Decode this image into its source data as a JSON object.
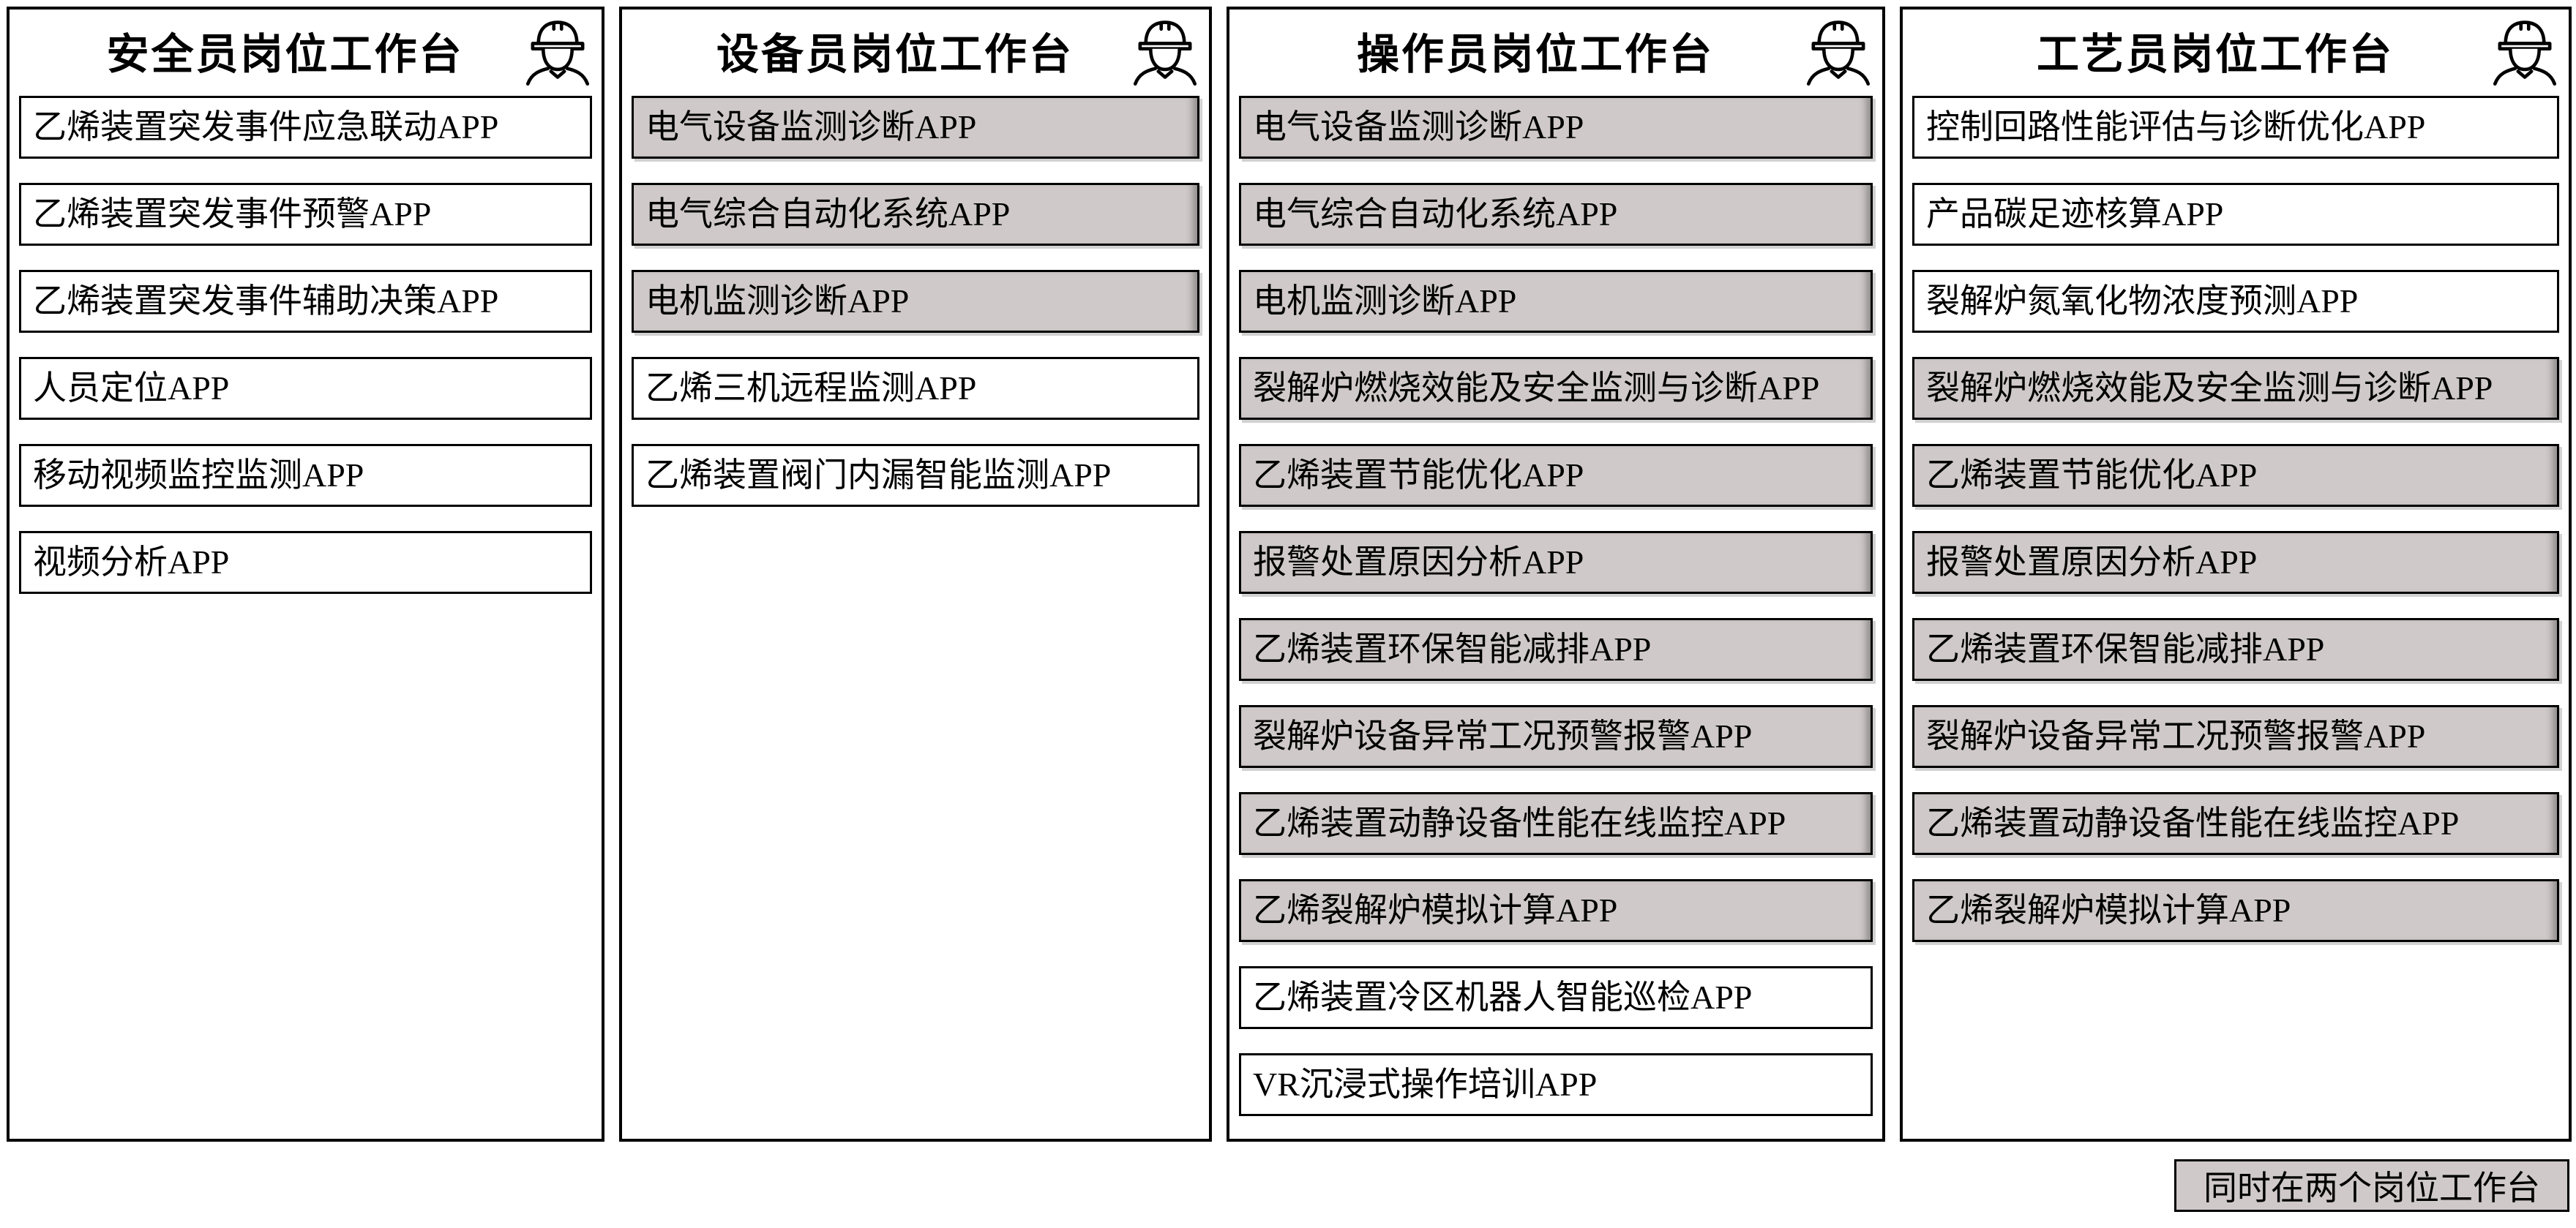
{
  "colors": {
    "shared_app_fill": "#cfc9c9",
    "app_fill": "#ffffff",
    "border": "#000000",
    "page_background": "#ffffff"
  },
  "legend": {
    "label": "同时在两个岗位工作台"
  },
  "workstations": [
    {
      "title": "安全员岗位工作台",
      "icon": "worker-helmet-icon",
      "apps": [
        {
          "label": "乙烯装置突发事件应急联动APP",
          "shared": false
        },
        {
          "label": "乙烯装置突发事件预警APP",
          "shared": false
        },
        {
          "label": "乙烯装置突发事件辅助决策APP",
          "shared": false
        },
        {
          "label": "人员定位APP",
          "shared": false
        },
        {
          "label": "移动视频监控监测APP",
          "shared": false
        },
        {
          "label": "视频分析APP",
          "shared": false
        }
      ]
    },
    {
      "title": "设备员岗位工作台",
      "icon": "worker-helmet-icon",
      "apps": [
        {
          "label": "电气设备监测诊断APP",
          "shared": true
        },
        {
          "label": "电气综合自动化系统APP",
          "shared": true
        },
        {
          "label": "电机监测诊断APP",
          "shared": true
        },
        {
          "label": "乙烯三机远程监测APP",
          "shared": false
        },
        {
          "label": "乙烯装置阀门内漏智能监测APP",
          "shared": false
        }
      ]
    },
    {
      "title": "操作员岗位工作台",
      "icon": "worker-helmet-icon",
      "apps": [
        {
          "label": "电气设备监测诊断APP",
          "shared": true
        },
        {
          "label": "电气综合自动化系统APP",
          "shared": true
        },
        {
          "label": "电机监测诊断APP",
          "shared": true
        },
        {
          "label": "裂解炉燃烧效能及安全监测与诊断APP",
          "shared": true
        },
        {
          "label": "乙烯装置节能优化APP",
          "shared": true
        },
        {
          "label": "报警处置原因分析APP",
          "shared": true
        },
        {
          "label": "乙烯装置环保智能减排APP",
          "shared": true
        },
        {
          "label": "裂解炉设备异常工况预警报警APP",
          "shared": true
        },
        {
          "label": "乙烯装置动静设备性能在线监控APP",
          "shared": true
        },
        {
          "label": "乙烯裂解炉模拟计算APP",
          "shared": true
        },
        {
          "label": "乙烯装置冷区机器人智能巡检APP",
          "shared": false
        },
        {
          "label": "VR沉浸式操作培训APP",
          "shared": false
        }
      ]
    },
    {
      "title": "工艺员岗位工作台",
      "icon": "worker-helmet-icon",
      "apps": [
        {
          "label": "控制回路性能评估与诊断优化APP",
          "shared": false
        },
        {
          "label": "产品碳足迹核算APP",
          "shared": false
        },
        {
          "label": "裂解炉氮氧化物浓度预测APP",
          "shared": false
        },
        {
          "label": "裂解炉燃烧效能及安全监测与诊断APP",
          "shared": true
        },
        {
          "label": "乙烯装置节能优化APP",
          "shared": true
        },
        {
          "label": "报警处置原因分析APP",
          "shared": true
        },
        {
          "label": "乙烯装置环保智能减排APP",
          "shared": true
        },
        {
          "label": "裂解炉设备异常工况预警报警APP",
          "shared": true
        },
        {
          "label": "乙烯装置动静设备性能在线监控APP",
          "shared": true
        },
        {
          "label": "乙烯裂解炉模拟计算APP",
          "shared": true
        }
      ]
    }
  ]
}
